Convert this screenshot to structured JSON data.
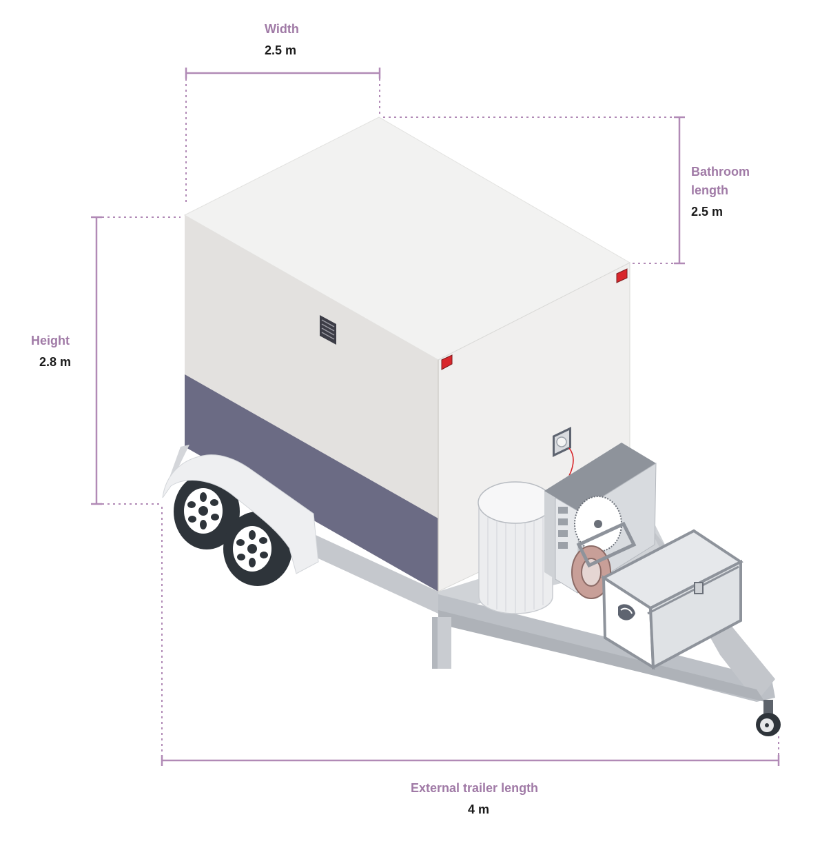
{
  "dimensions": {
    "width": {
      "label": "Width",
      "value": "2.5 m"
    },
    "bathroom_length": {
      "label_line1": "Bathroom",
      "label_line2": "length",
      "value": "2.5 m"
    },
    "height": {
      "label": "Height",
      "value": "2.8 m"
    },
    "external_length": {
      "label": "External trailer length",
      "value": "4 m"
    }
  },
  "colors": {
    "dimension_line": "#b18ab6",
    "dimension_label": "#a07aa6",
    "value_text": "#1a1a1a",
    "body_top": "#f2f2f1",
    "body_front": "#e3e1df",
    "body_side": "#f0efee",
    "skirt": "#6b6b84",
    "chassis": "#c5c8cd",
    "tire": "#2e343a",
    "tail_light": "#d8262b"
  },
  "icons": [
    "vent-grille-icon",
    "power-socket-icon",
    "water-tank-icon",
    "air-conditioner-icon",
    "hose-reel-icon",
    "storage-box-icon",
    "wheel-icon",
    "jockey-wheel-icon"
  ]
}
